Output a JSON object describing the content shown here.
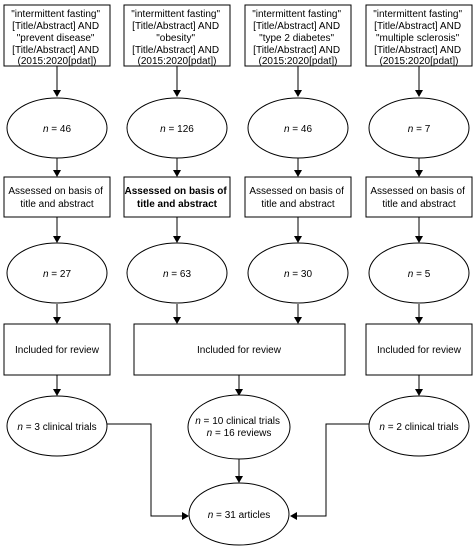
{
  "columns": [
    {
      "query": [
        "\"intermittent fasting\"",
        "[Title/Abstract] AND",
        "\"prevent disease\"",
        "[Title/Abstract] AND",
        "(2015:2020[pdat])"
      ],
      "n1": "46",
      "assessed": [
        "Assessed on basis of",
        "title and abstract"
      ],
      "n2": "27",
      "result": "3 clinical trials"
    },
    {
      "query": [
        "\"intermittent fasting\"",
        "[Title/Abstract] AND",
        "\"obesity\"",
        "[Title/Abstract] AND",
        "(2015:2020[pdat])"
      ],
      "n1": "126",
      "assessed": [
        "Assessed on basis of",
        "title and abstract"
      ],
      "n2": "63",
      "result_lines": [
        "10 clinical trials",
        "16 reviews"
      ]
    },
    {
      "query": [
        "\"intermittent fasting\"",
        "[Title/Abstract] AND",
        "\"type 2 diabetes\"",
        "[Title/Abstract] AND",
        "(2015:2020[pdat])"
      ],
      "n1": "46",
      "assessed": [
        "Assessed on basis of",
        "title and abstract"
      ],
      "n2": "30"
    },
    {
      "query": [
        "\"intermittent fasting\"",
        "[Title/Abstract] AND",
        "\"multiple sclerosis\"",
        "[Title/Abstract] AND",
        "(2015:2020[pdat])"
      ],
      "n1": "7",
      "assessed": [
        "Assessed on basis of",
        "title and abstract"
      ],
      "n2": "5",
      "result": "2 clinical trials"
    }
  ],
  "included_label": "Included for review",
  "n_prefix": "n",
  "n_eq": " = ",
  "final": "31 articles"
}
